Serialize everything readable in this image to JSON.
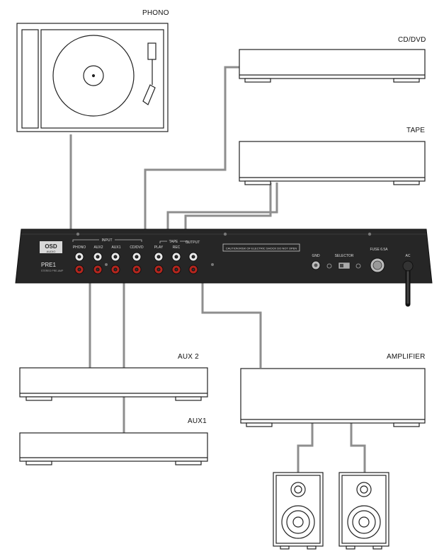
{
  "devices": {
    "phono": "PHONO",
    "cd_dvd": "CD/DVD",
    "tape": "TAPE",
    "aux2": "AUX 2",
    "aux1": "AUX1",
    "amplifier": "AMPLIFIER"
  },
  "panel": {
    "logo_top": "OSD",
    "logo_bottom": "AUDIO",
    "model": "PRE1",
    "model_sub": "STEREO PRE-AMP",
    "input_group": "INPUT",
    "tape_group": "TAPE",
    "jacks": {
      "phono": "PHONO",
      "aux2": "AUX2",
      "aux1": "AUX1",
      "cddvd": "CD/DVD",
      "play": "PLAY",
      "rec": "REC",
      "output": "OUTPUT"
    },
    "caution": "CAUTION:RISK OF ELECTRIC SHOCK DO NOT OPEN",
    "gnd": "GND",
    "selector": "SELECTOR",
    "fuse": "FUSE  6.5A",
    "ac": "AC"
  },
  "colors": {
    "cable": "#8e8e8e",
    "panel": "#262626",
    "outline": "#222222",
    "jack_red": "#b3261e"
  }
}
